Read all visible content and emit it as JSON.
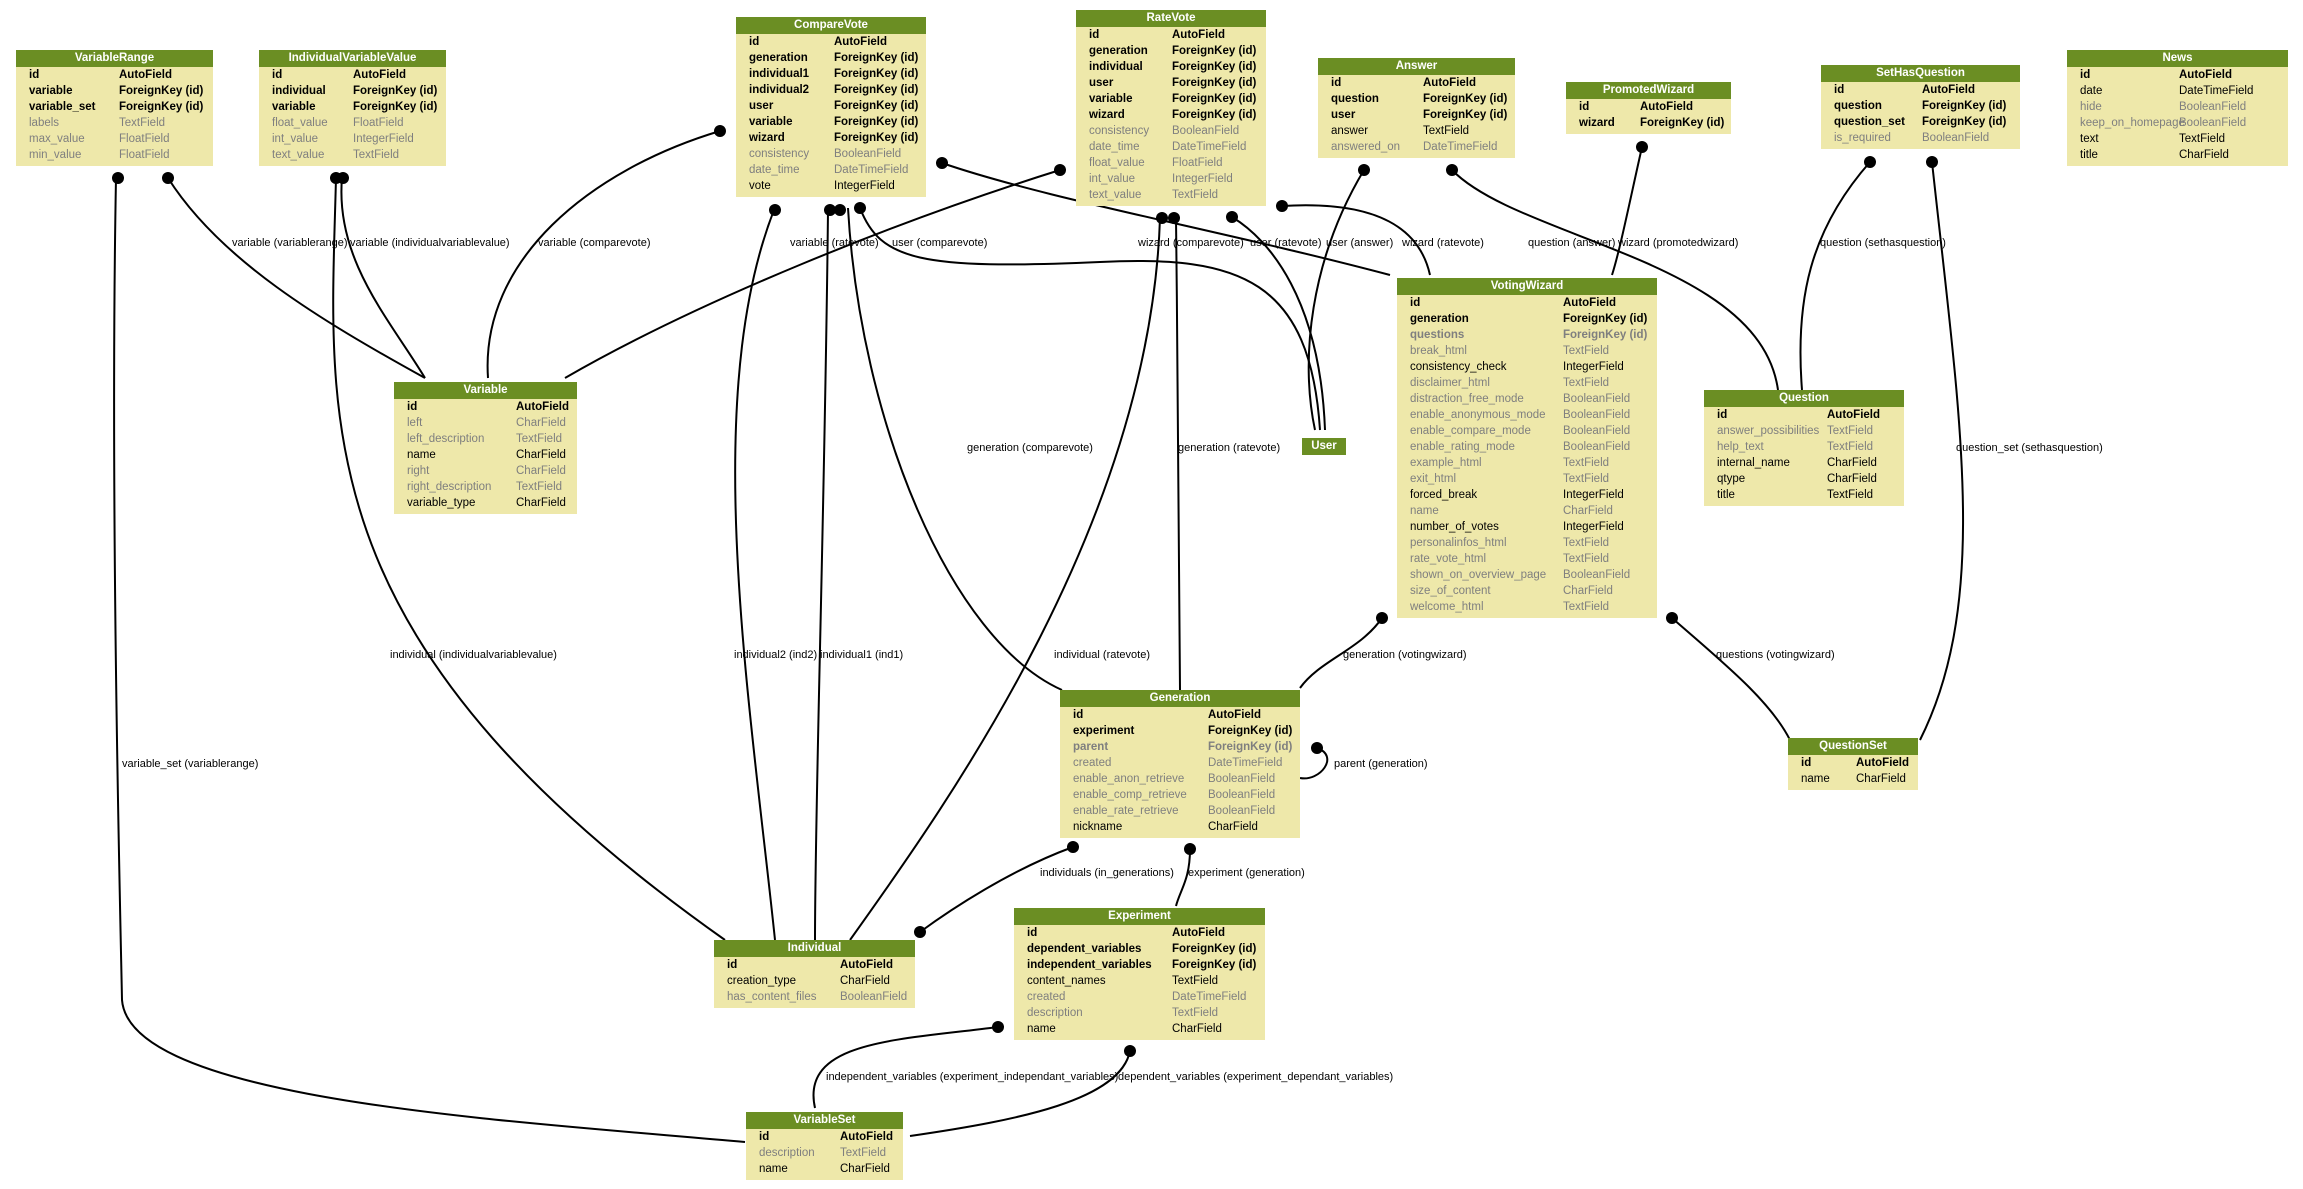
{
  "models": [
    {
      "id": "VariableRange",
      "title": "VariableRange",
      "fields": [
        {
          "name": "id",
          "type": "AutoField",
          "kind": "pk"
        },
        {
          "name": "variable",
          "type": "ForeignKey (id)",
          "kind": "fk"
        },
        {
          "name": "variable_set",
          "type": "ForeignKey (id)",
          "kind": "fk"
        },
        {
          "name": "labels",
          "type": "TextField",
          "kind": "blank"
        },
        {
          "name": "max_value",
          "type": "FloatField",
          "kind": "blank"
        },
        {
          "name": "min_value",
          "type": "FloatField",
          "kind": "blank"
        }
      ]
    },
    {
      "id": "IndividualVariableValue",
      "title": "IndividualVariableValue",
      "fields": [
        {
          "name": "id",
          "type": "AutoField",
          "kind": "pk"
        },
        {
          "name": "individual",
          "type": "ForeignKey (id)",
          "kind": "fk"
        },
        {
          "name": "variable",
          "type": "ForeignKey (id)",
          "kind": "fk"
        },
        {
          "name": "float_value",
          "type": "FloatField",
          "kind": "blank"
        },
        {
          "name": "int_value",
          "type": "IntegerField",
          "kind": "blank"
        },
        {
          "name": "text_value",
          "type": "TextField",
          "kind": "blank"
        }
      ]
    },
    {
      "id": "CompareVote",
      "title": "CompareVote",
      "fields": [
        {
          "name": "id",
          "type": "AutoField",
          "kind": "pk"
        },
        {
          "name": "generation",
          "type": "ForeignKey (id)",
          "kind": "fk"
        },
        {
          "name": "individual1",
          "type": "ForeignKey (id)",
          "kind": "fk"
        },
        {
          "name": "individual2",
          "type": "ForeignKey (id)",
          "kind": "fk"
        },
        {
          "name": "user",
          "type": "ForeignKey (id)",
          "kind": "fk"
        },
        {
          "name": "variable",
          "type": "ForeignKey (id)",
          "kind": "fk"
        },
        {
          "name": "wizard",
          "type": "ForeignKey (id)",
          "kind": "fk"
        },
        {
          "name": "consistency",
          "type": "BooleanField",
          "kind": "blank"
        },
        {
          "name": "date_time",
          "type": "DateTimeField",
          "kind": "blank"
        },
        {
          "name": "vote",
          "type": "IntegerField",
          "kind": "normal"
        }
      ]
    },
    {
      "id": "RateVote",
      "title": "RateVote",
      "fields": [
        {
          "name": "id",
          "type": "AutoField",
          "kind": "pk"
        },
        {
          "name": "generation",
          "type": "ForeignKey (id)",
          "kind": "fk"
        },
        {
          "name": "individual",
          "type": "ForeignKey (id)",
          "kind": "fk"
        },
        {
          "name": "user",
          "type": "ForeignKey (id)",
          "kind": "fk"
        },
        {
          "name": "variable",
          "type": "ForeignKey (id)",
          "kind": "fk"
        },
        {
          "name": "wizard",
          "type": "ForeignKey (id)",
          "kind": "fk"
        },
        {
          "name": "consistency",
          "type": "BooleanField",
          "kind": "blank"
        },
        {
          "name": "date_time",
          "type": "DateTimeField",
          "kind": "blank"
        },
        {
          "name": "float_value",
          "type": "FloatField",
          "kind": "blank"
        },
        {
          "name": "int_value",
          "type": "IntegerField",
          "kind": "blank"
        },
        {
          "name": "text_value",
          "type": "TextField",
          "kind": "blank"
        }
      ]
    },
    {
      "id": "Answer",
      "title": "Answer",
      "fields": [
        {
          "name": "id",
          "type": "AutoField",
          "kind": "pk"
        },
        {
          "name": "question",
          "type": "ForeignKey (id)",
          "kind": "fk"
        },
        {
          "name": "user",
          "type": "ForeignKey (id)",
          "kind": "fk"
        },
        {
          "name": "answer",
          "type": "TextField",
          "kind": "normal"
        },
        {
          "name": "answered_on",
          "type": "DateTimeField",
          "kind": "blank"
        }
      ]
    },
    {
      "id": "PromotedWizard",
      "title": "PromotedWizard",
      "fields": [
        {
          "name": "id",
          "type": "AutoField",
          "kind": "pk"
        },
        {
          "name": "wizard",
          "type": "ForeignKey (id)",
          "kind": "fk"
        }
      ]
    },
    {
      "id": "SetHasQuestion",
      "title": "SetHasQuestion",
      "fields": [
        {
          "name": "id",
          "type": "AutoField",
          "kind": "pk"
        },
        {
          "name": "question",
          "type": "ForeignKey (id)",
          "kind": "fk"
        },
        {
          "name": "question_set",
          "type": "ForeignKey (id)",
          "kind": "fk"
        },
        {
          "name": "is_required",
          "type": "BooleanField",
          "kind": "blank"
        }
      ]
    },
    {
      "id": "News",
      "title": "News",
      "fields": [
        {
          "name": "id",
          "type": "AutoField",
          "kind": "pk"
        },
        {
          "name": "date",
          "type": "DateTimeField",
          "kind": "normal"
        },
        {
          "name": "hide",
          "type": "BooleanField",
          "kind": "blank"
        },
        {
          "name": "keep_on_homepage",
          "type": "BooleanField",
          "kind": "blank"
        },
        {
          "name": "text",
          "type": "TextField",
          "kind": "normal"
        },
        {
          "name": "title",
          "type": "CharField",
          "kind": "normal"
        }
      ]
    },
    {
      "id": "Variable",
      "title": "Variable",
      "fields": [
        {
          "name": "id",
          "type": "AutoField",
          "kind": "pk"
        },
        {
          "name": "left",
          "type": "CharField",
          "kind": "blank"
        },
        {
          "name": "left_description",
          "type": "TextField",
          "kind": "blank"
        },
        {
          "name": "name",
          "type": "CharField",
          "kind": "normal"
        },
        {
          "name": "right",
          "type": "CharField",
          "kind": "blank"
        },
        {
          "name": "right_description",
          "type": "TextField",
          "kind": "blank"
        },
        {
          "name": "variable_type",
          "type": "CharField",
          "kind": "normal"
        }
      ]
    },
    {
      "id": "User",
      "title": "User",
      "fields": []
    },
    {
      "id": "VotingWizard",
      "title": "VotingWizard",
      "fields": [
        {
          "name": "id",
          "type": "AutoField",
          "kind": "pk"
        },
        {
          "name": "generation",
          "type": "ForeignKey (id)",
          "kind": "fk"
        },
        {
          "name": "questions",
          "type": "ForeignKey (id)",
          "kind": "fkb"
        },
        {
          "name": "break_html",
          "type": "TextField",
          "kind": "blank"
        },
        {
          "name": "consistency_check",
          "type": "IntegerField",
          "kind": "normal"
        },
        {
          "name": "disclaimer_html",
          "type": "TextField",
          "kind": "blank"
        },
        {
          "name": "distraction_free_mode",
          "type": "BooleanField",
          "kind": "blank"
        },
        {
          "name": "enable_anonymous_mode",
          "type": "BooleanField",
          "kind": "blank"
        },
        {
          "name": "enable_compare_mode",
          "type": "BooleanField",
          "kind": "blank"
        },
        {
          "name": "enable_rating_mode",
          "type": "BooleanField",
          "kind": "blank"
        },
        {
          "name": "example_html",
          "type": "TextField",
          "kind": "blank"
        },
        {
          "name": "exit_html",
          "type": "TextField",
          "kind": "blank"
        },
        {
          "name": "forced_break",
          "type": "IntegerField",
          "kind": "normal"
        },
        {
          "name": "name",
          "type": "CharField",
          "kind": "blank"
        },
        {
          "name": "number_of_votes",
          "type": "IntegerField",
          "kind": "normal"
        },
        {
          "name": "personalinfos_html",
          "type": "TextField",
          "kind": "blank"
        },
        {
          "name": "rate_vote_html",
          "type": "TextField",
          "kind": "blank"
        },
        {
          "name": "shown_on_overview_page",
          "type": "BooleanField",
          "kind": "blank"
        },
        {
          "name": "size_of_content",
          "type": "CharField",
          "kind": "blank"
        },
        {
          "name": "welcome_html",
          "type": "TextField",
          "kind": "blank"
        }
      ]
    },
    {
      "id": "Question",
      "title": "Question",
      "fields": [
        {
          "name": "id",
          "type": "AutoField",
          "kind": "pk"
        },
        {
          "name": "answer_possibilities",
          "type": "TextField",
          "kind": "blank"
        },
        {
          "name": "help_text",
          "type": "TextField",
          "kind": "blank"
        },
        {
          "name": "internal_name",
          "type": "CharField",
          "kind": "normal"
        },
        {
          "name": "qtype",
          "type": "CharField",
          "kind": "normal"
        },
        {
          "name": "title",
          "type": "TextField",
          "kind": "normal"
        }
      ]
    },
    {
      "id": "Generation",
      "title": "Generation",
      "fields": [
        {
          "name": "id",
          "type": "AutoField",
          "kind": "pk"
        },
        {
          "name": "experiment",
          "type": "ForeignKey (id)",
          "kind": "fk"
        },
        {
          "name": "parent",
          "type": "ForeignKey (id)",
          "kind": "fkb"
        },
        {
          "name": "created",
          "type": "DateTimeField",
          "kind": "blank"
        },
        {
          "name": "enable_anon_retrieve",
          "type": "BooleanField",
          "kind": "blank"
        },
        {
          "name": "enable_comp_retrieve",
          "type": "BooleanField",
          "kind": "blank"
        },
        {
          "name": "enable_rate_retrieve",
          "type": "BooleanField",
          "kind": "blank"
        },
        {
          "name": "nickname",
          "type": "CharField",
          "kind": "normal"
        }
      ]
    },
    {
      "id": "QuestionSet",
      "title": "QuestionSet",
      "fields": [
        {
          "name": "id",
          "type": "AutoField",
          "kind": "pk"
        },
        {
          "name": "name",
          "type": "CharField",
          "kind": "normal"
        }
      ]
    },
    {
      "id": "Individual",
      "title": "Individual",
      "fields": [
        {
          "name": "id",
          "type": "AutoField",
          "kind": "pk"
        },
        {
          "name": "creation_type",
          "type": "CharField",
          "kind": "normal"
        },
        {
          "name": "has_content_files",
          "type": "BooleanField",
          "kind": "blank"
        }
      ]
    },
    {
      "id": "Experiment",
      "title": "Experiment",
      "fields": [
        {
          "name": "id",
          "type": "AutoField",
          "kind": "pk"
        },
        {
          "name": "dependent_variables",
          "type": "ForeignKey (id)",
          "kind": "fk"
        },
        {
          "name": "independent_variables",
          "type": "ForeignKey (id)",
          "kind": "fk"
        },
        {
          "name": "content_names",
          "type": "TextField",
          "kind": "normal"
        },
        {
          "name": "created",
          "type": "DateTimeField",
          "kind": "blank"
        },
        {
          "name": "description",
          "type": "TextField",
          "kind": "blank"
        },
        {
          "name": "name",
          "type": "CharField",
          "kind": "normal"
        }
      ]
    },
    {
      "id": "VariableSet",
      "title": "VariableSet",
      "fields": [
        {
          "name": "id",
          "type": "AutoField",
          "kind": "pk"
        },
        {
          "name": "description",
          "type": "TextField",
          "kind": "blank"
        },
        {
          "name": "name",
          "type": "CharField",
          "kind": "normal"
        }
      ]
    }
  ],
  "relations": [
    {
      "id": "e1",
      "label": "variable (variablerange)"
    },
    {
      "id": "e2",
      "label": "variable (individualvariablevalue)"
    },
    {
      "id": "e3",
      "label": "variable (comparevote)"
    },
    {
      "id": "e4",
      "label": "variable (ratevote)"
    },
    {
      "id": "e5",
      "label": "user (comparevote)"
    },
    {
      "id": "e6",
      "label": "wizard (comparevote)"
    },
    {
      "id": "e7",
      "label": "user (ratevote)"
    },
    {
      "id": "e8",
      "label": "user (answer)"
    },
    {
      "id": "e9",
      "label": "wizard (ratevote)"
    },
    {
      "id": "e10",
      "label": "question (answer)"
    },
    {
      "id": "e11",
      "label": "wizard (promotedwizard)"
    },
    {
      "id": "e12",
      "label": "question (sethasquestion)"
    },
    {
      "id": "e13",
      "label": "generation (comparevote)"
    },
    {
      "id": "e14",
      "label": "generation (ratevote)"
    },
    {
      "id": "e15",
      "label": "question_set (sethasquestion)"
    },
    {
      "id": "e16",
      "label": "individual (individualvariablevalue)"
    },
    {
      "id": "e17",
      "label": "individual2 (ind2)"
    },
    {
      "id": "e18",
      "label": "individual1 (ind1)"
    },
    {
      "id": "e19",
      "label": "individual (ratevote)"
    },
    {
      "id": "e20",
      "label": "generation (votingwizard)"
    },
    {
      "id": "e21",
      "label": "questions (votingwizard)"
    },
    {
      "id": "e22",
      "label": "variable_set (variablerange)"
    },
    {
      "id": "e23",
      "label": "parent (generation)"
    },
    {
      "id": "e24",
      "label": "individuals (in_generations)"
    },
    {
      "id": "e25",
      "label": "experiment (generation)"
    },
    {
      "id": "e26",
      "label": "independent_variables (experiment_independant_variables)"
    },
    {
      "id": "e27",
      "label": "dependent_variables (experiment_dependant_variables)"
    }
  ]
}
